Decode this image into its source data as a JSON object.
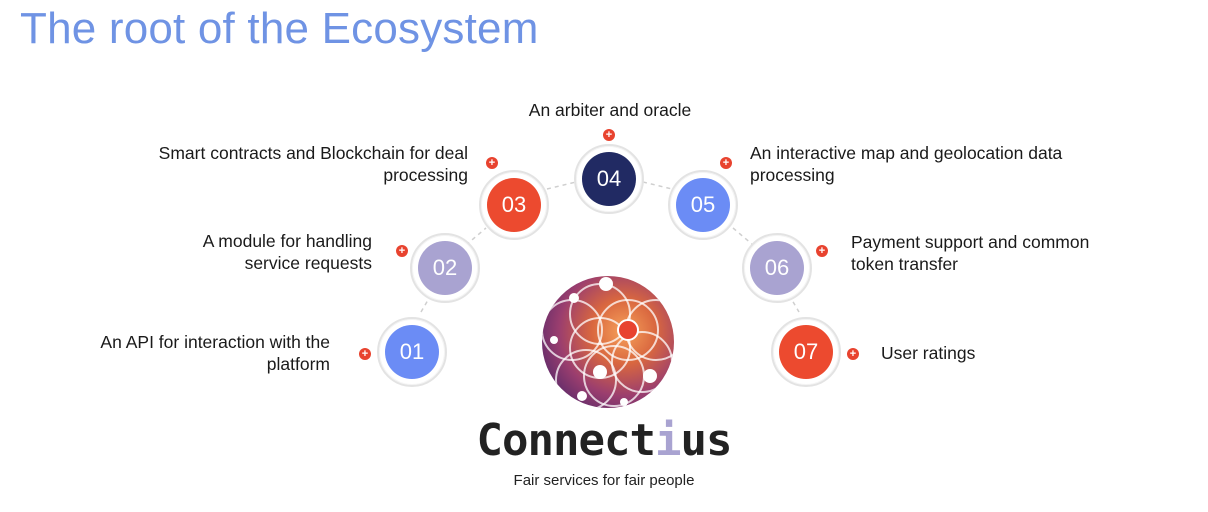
{
  "title": "The root of the Ecosystem",
  "colors": {
    "title": "#6f93e4",
    "blue": "#6b8cf5",
    "lavender": "#a9a3d1",
    "red": "#ec4a2f",
    "navy": "#212a63",
    "plus": "#e8432f"
  },
  "nodes": [
    {
      "number": "01",
      "label": "An API for interaction with the platform",
      "color": "#6b8cf5"
    },
    {
      "number": "02",
      "label": "A module for handling service requests",
      "color": "#a9a3d1"
    },
    {
      "number": "03",
      "label": "Smart contracts and Blockchain for deal processing",
      "color": "#ec4a2f"
    },
    {
      "number": "04",
      "label": "An arbiter and oracle",
      "color": "#212a63"
    },
    {
      "number": "05",
      "label": "An interactive map and geolocation data processing",
      "color": "#6b8cf5"
    },
    {
      "number": "06",
      "label": "Payment support and common token transfer",
      "color": "#a9a3d1"
    },
    {
      "number": "07",
      "label": "User ratings",
      "color": "#ec4a2f"
    }
  ],
  "brand": {
    "name_prefix": "Connect",
    "name_accent": "i",
    "name_suffix": "us",
    "accent_color": "#a9a3d1",
    "tagline": "Fair services for fair people"
  },
  "plus_symbol": "+"
}
